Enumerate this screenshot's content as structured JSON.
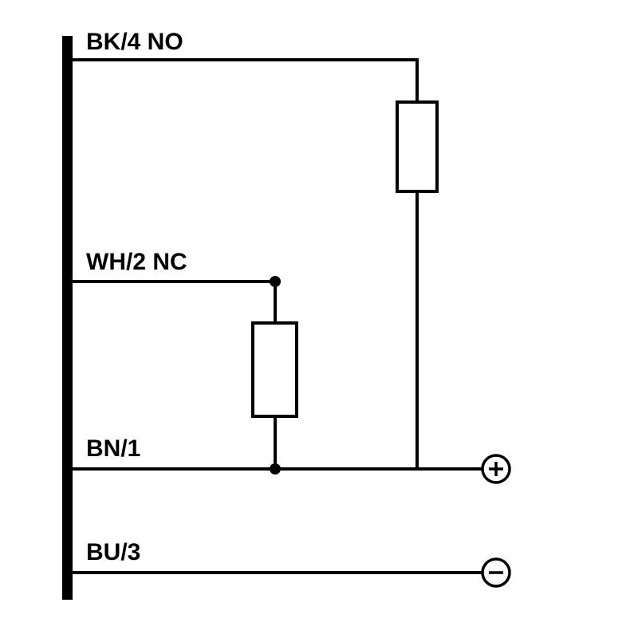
{
  "diagram": {
    "description": "Sensor wiring connection diagram",
    "background_color": "#ffffff",
    "line_color": "#000000",
    "wires": [
      {
        "label": "BK/4 NO"
      },
      {
        "label": "WH/2 NC"
      },
      {
        "label": "BN/1"
      },
      {
        "label": "BU/3"
      }
    ],
    "components": [
      {
        "type": "load",
        "on_wire": "BK/4 NO"
      },
      {
        "type": "load",
        "on_wire": "WH/2 NC"
      }
    ],
    "terminals": [
      {
        "symbol": "+"
      },
      {
        "symbol": "−"
      }
    ]
  }
}
